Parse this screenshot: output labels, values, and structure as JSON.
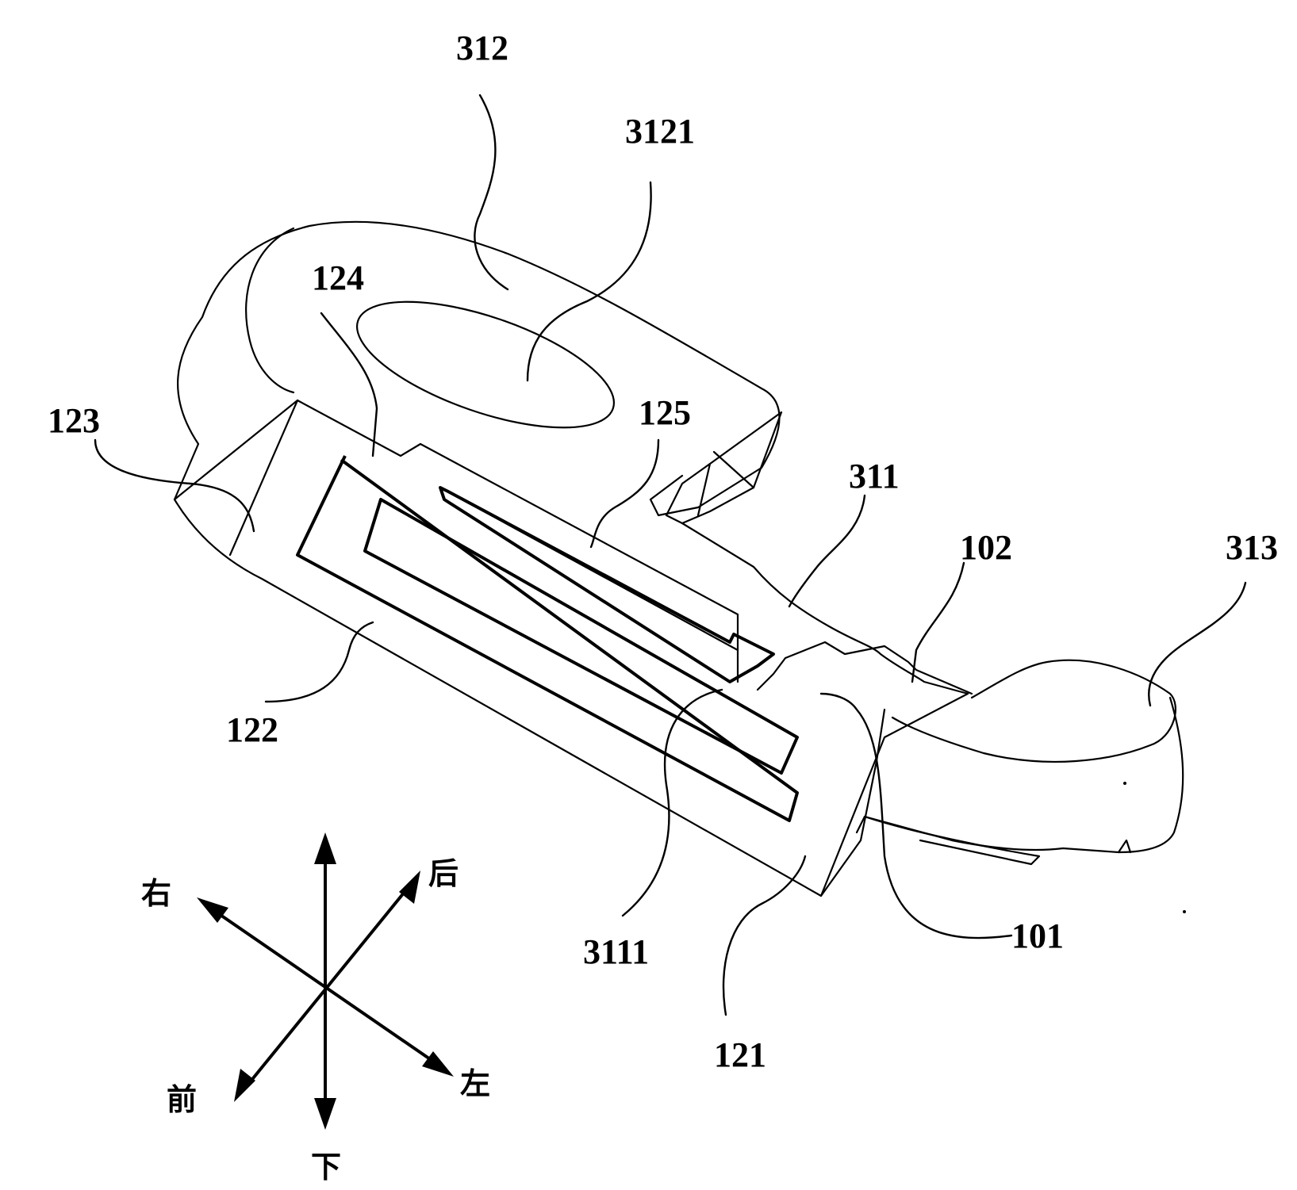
{
  "labels": {
    "l312": "312",
    "l3121": "3121",
    "l124": "124",
    "l125": "125",
    "l123": "123",
    "l311": "311",
    "l102": "102",
    "l313": "313",
    "l122": "122",
    "l3111": "3111",
    "l101": "101",
    "l121": "121"
  },
  "directions": {
    "right": "右",
    "back": "后",
    "front": "前",
    "left": "左",
    "down": "下"
  },
  "colors": {
    "stroke": "#000000",
    "background": "#ffffff"
  }
}
